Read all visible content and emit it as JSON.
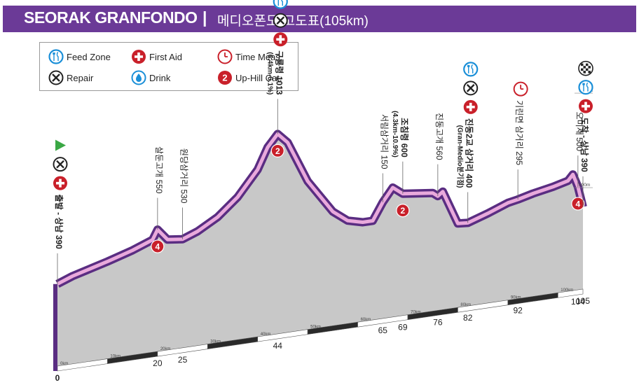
{
  "header": {
    "title": "SEORAK GRANFONDO",
    "separator": "|",
    "subtitle": "메디오폰도-고도표(105km)"
  },
  "legend": [
    {
      "icon": "feed-zone-icon",
      "label": "Feed Zone"
    },
    {
      "icon": "first-aid-icon",
      "label": "First Aid"
    },
    {
      "icon": "time-meas-icon",
      "label": "Time Meas."
    },
    {
      "icon": "repair-icon",
      "label": "Repair"
    },
    {
      "icon": "drink-icon",
      "label": "Drink"
    },
    {
      "icon": "uphill-cat-icon",
      "label": "Up-Hill Cat.",
      "badge": "2"
    }
  ],
  "colors": {
    "header": "#6b3a97",
    "profile_edge": "#5a2d82",
    "profile_pink": "#e9a9dc",
    "ground": "#c8c8c8",
    "road_dark": "#2a2a2a",
    "badge_red": "#c9202a",
    "feed_blue": "#1a8fd8",
    "start_green": "#3aa845"
  },
  "chart_data": {
    "type": "area",
    "title": "메디오폰도-고도표(105km)",
    "x_unit": "km",
    "y_unit": "m",
    "xlim": [
      0,
      105
    ],
    "elevation_scale_labels": [
      "500m",
      "1000m"
    ],
    "distance_tick_labels": [
      "0km",
      "10km",
      "20km",
      "30km",
      "40km",
      "50km",
      "60km",
      "70km",
      "80km",
      "90km",
      "100km"
    ],
    "km_markers": [
      0,
      20,
      25,
      44,
      65,
      69,
      76,
      82,
      92,
      104,
      105
    ],
    "profile": {
      "km": [
        0,
        3,
        10,
        15,
        19,
        20,
        22,
        25,
        28,
        32,
        36,
        40,
        42,
        44,
        46,
        50,
        55,
        58,
        61,
        63,
        65,
        67,
        69,
        72,
        75,
        76,
        77,
        80,
        82,
        86,
        90,
        92,
        95,
        99,
        102,
        103,
        104,
        105
      ],
      "elevation": [
        390,
        420,
        470,
        510,
        550,
        600,
        540,
        530,
        560,
        620,
        710,
        840,
        950,
        1013,
        960,
        740,
        560,
        500,
        480,
        480,
        570,
        640,
        600,
        590,
        580,
        560,
        580,
        400,
        395,
        430,
        470,
        480,
        500,
        520,
        540,
        570,
        500,
        390
      ]
    },
    "waypoints": [
      {
        "name": "출발 - 상남 390",
        "km": 0,
        "elevation": 390,
        "icons": [
          "start-icon",
          "repair-icon",
          "first-aid-icon"
        ]
      },
      {
        "name": "살둔고개 550",
        "km": 20,
        "elevation": 550,
        "badge": "4"
      },
      {
        "name": "원당삼거리 530",
        "km": 25,
        "elevation": 530
      },
      {
        "name": "구룡령 1013",
        "detail": "(6.4km-6.1%)",
        "km": 44,
        "elevation": 1013,
        "badge": "2",
        "icons": [
          "feed-zone-icon",
          "repair-icon",
          "first-aid-icon"
        ]
      },
      {
        "name": "서림삼거리 150",
        "km": 65,
        "elevation": 150
      },
      {
        "name": "조침령 600",
        "detail": "(4.3km-10.9%)",
        "km": 69,
        "elevation": 600,
        "badge": "2"
      },
      {
        "name": "진동고개 560",
        "km": 76,
        "elevation": 560
      },
      {
        "name": "진동2교 삼거리 400",
        "detail": "(Gran-Medio분기점)",
        "km": 82,
        "elevation": 400,
        "icons": [
          "feed-zone-icon",
          "repair-icon",
          "first-aid-icon"
        ]
      },
      {
        "name": "기린면 삼거리 295",
        "km": 92,
        "elevation": 295,
        "icons": [
          "time-meas-icon"
        ]
      },
      {
        "name": "오미재 500",
        "km": 104,
        "elevation": 500,
        "badge": "4"
      },
      {
        "name": "도착 - 상남 390",
        "km": 105,
        "elevation": 390,
        "icons": [
          "finish-flag-icon",
          "feed-zone-icon",
          "first-aid-icon"
        ]
      }
    ]
  }
}
